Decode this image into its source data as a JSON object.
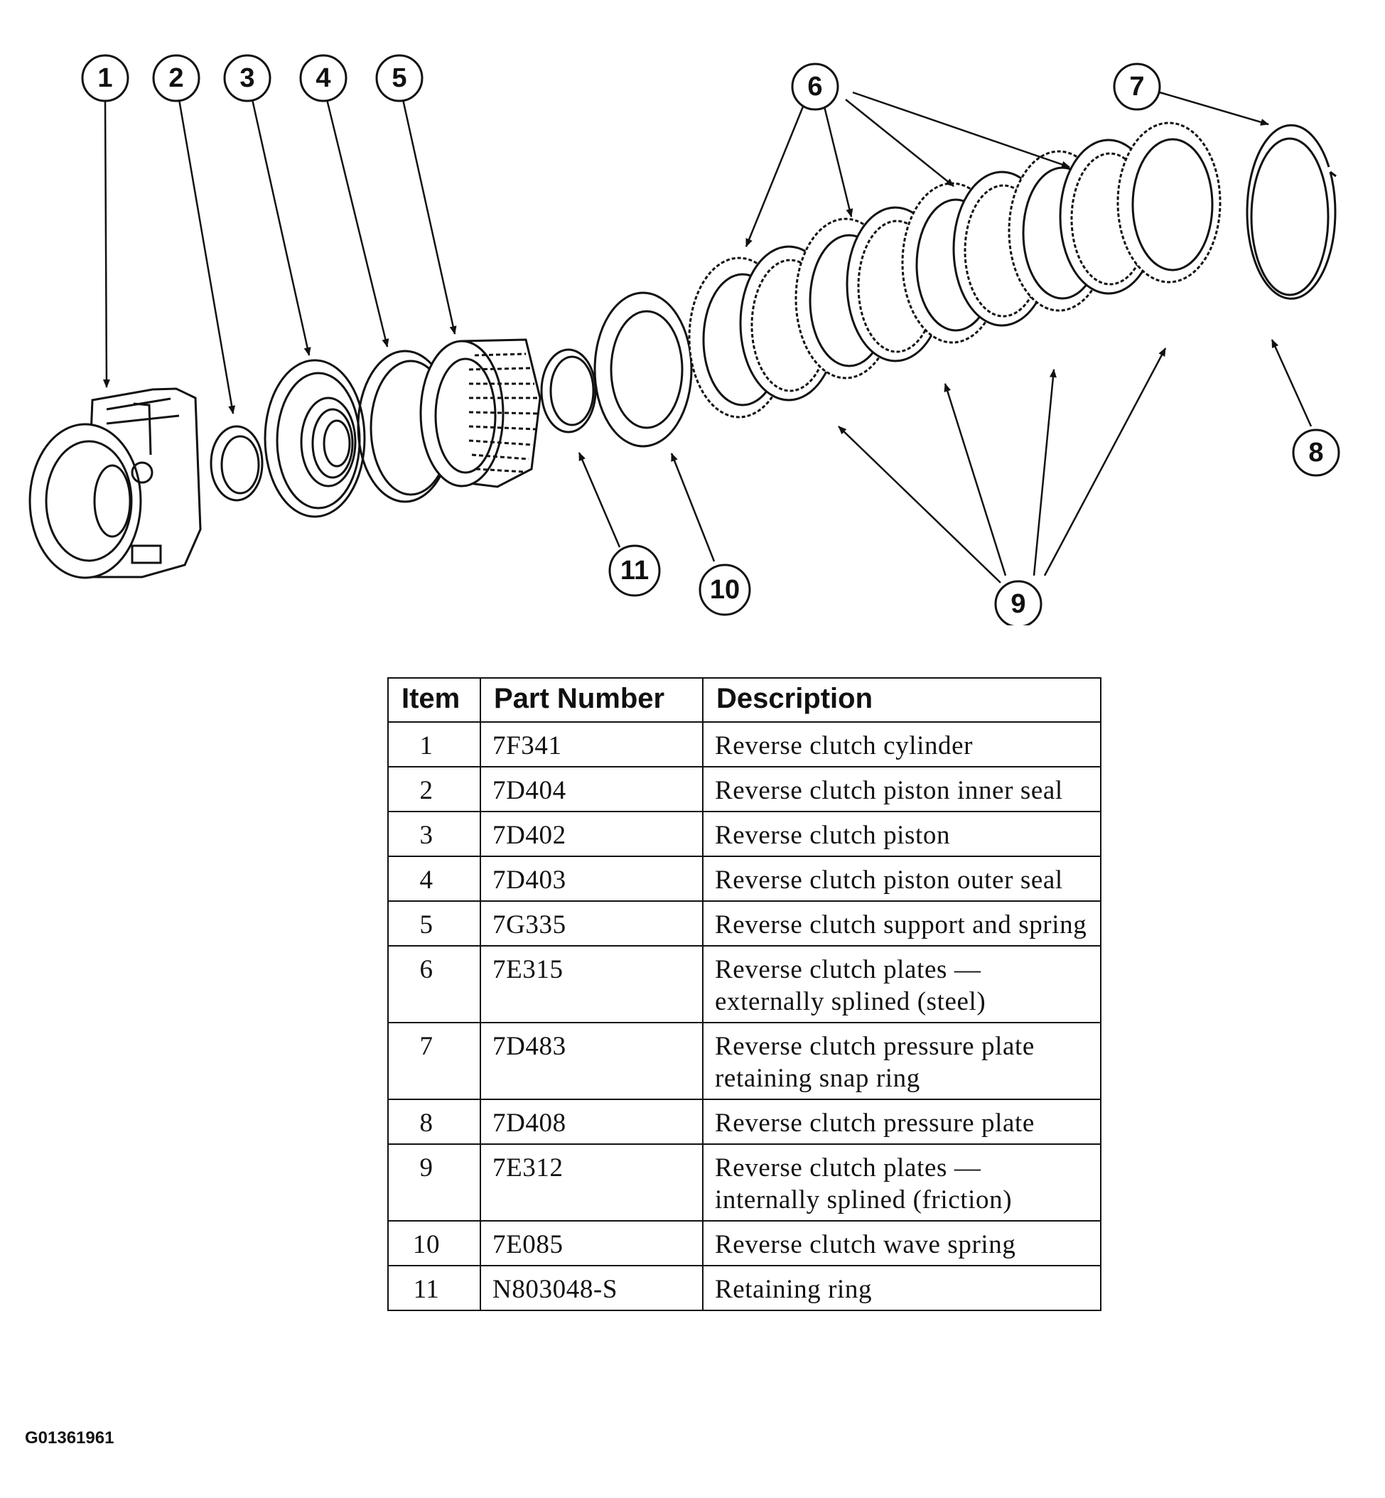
{
  "callouts": [
    "1",
    "2",
    "3",
    "4",
    "5",
    "6",
    "7",
    "8",
    "9",
    "10",
    "11"
  ],
  "table": {
    "headers": {
      "item": "Item",
      "part_number": "Part Number",
      "description": "Description"
    },
    "rows": [
      {
        "item": "1",
        "part_number": "7F341",
        "description": "Reverse clutch cylinder"
      },
      {
        "item": "2",
        "part_number": "7D404",
        "description": "Reverse clutch piston inner seal"
      },
      {
        "item": "3",
        "part_number": "7D402",
        "description": "Reverse clutch piston"
      },
      {
        "item": "4",
        "part_number": "7D403",
        "description": "Reverse clutch piston outer seal"
      },
      {
        "item": "5",
        "part_number": "7G335",
        "description": "Reverse clutch support and spring"
      },
      {
        "item": "6",
        "part_number": "7E315",
        "description": "Reverse clutch plates — externally splined (steel)"
      },
      {
        "item": "7",
        "part_number": "7D483",
        "description": "Reverse clutch pressure plate retaining snap ring"
      },
      {
        "item": "8",
        "part_number": "7D408",
        "description": "Reverse clutch pressure plate"
      },
      {
        "item": "9",
        "part_number": "7E312",
        "description": "Reverse clutch plates — internally splined (friction)"
      },
      {
        "item": "10",
        "part_number": "7E085",
        "description": "Reverse clutch wave spring"
      },
      {
        "item": "11",
        "part_number": "N803048-S",
        "description": "Retaining ring"
      }
    ]
  },
  "figure_id": "G01361961"
}
